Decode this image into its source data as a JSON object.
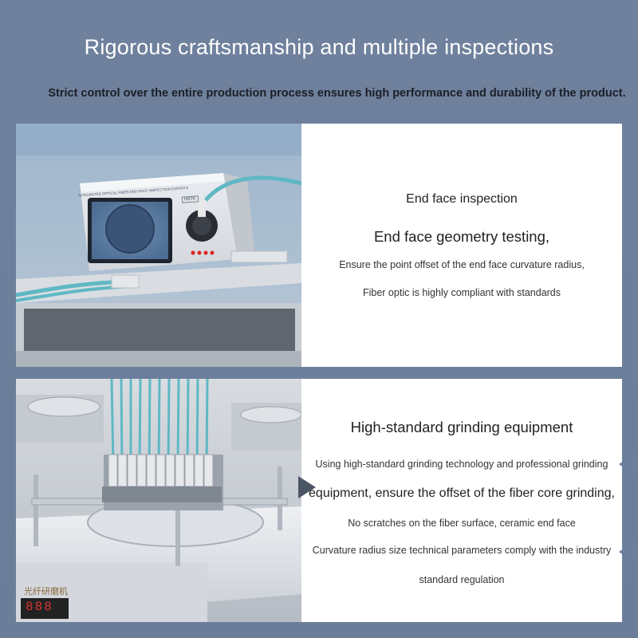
{
  "header": {
    "title": "Rigorous craftsmanship and multiple inspections",
    "subtitle": "Strict control over the entire production process ensures high performance and durability of the product."
  },
  "section1": {
    "heading": "End face inspection",
    "subheading": "End face geometry testing,",
    "line1": "Ensure the point offset of the end face curvature radius,",
    "line2": "Fiber optic is highly compliant with standards",
    "device_label": "INTEGRATED OPTICAL FIBER END FACE INSPECTION EXPERTS",
    "device_brand": "RBTK"
  },
  "section2": {
    "heading": "High-standard grinding equipment",
    "line1": "Using high-standard grinding technology and professional grinding",
    "line2": "equipment, ensure the offset of the fiber core grinding,",
    "line3": "No scratches on the fiber surface, ceramic end face",
    "line4": "Curvature radius size technical parameters comply with the industry",
    "line5": "standard regulation",
    "machine_label": "光纤研磨机",
    "display_digits": "888"
  },
  "colors": {
    "background": "#6d7f9b",
    "panel": "#ffffff",
    "fiber_cable": "#5fb8c4"
  }
}
